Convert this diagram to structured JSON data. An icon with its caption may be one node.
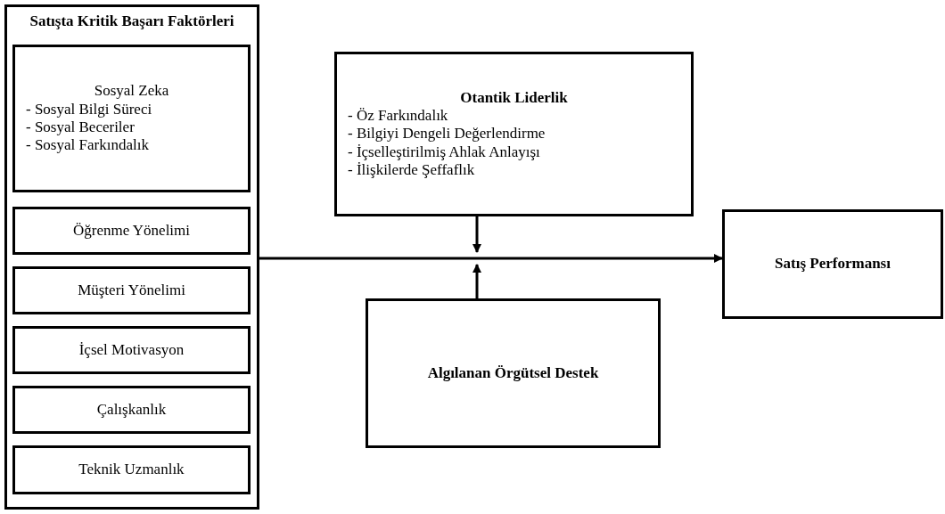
{
  "diagram": {
    "nodes": [
      {
        "text": [
          "Satışta Kritik Başarı Faktörleri"
        ]
      },
      {
        "text": [
          "Sosyal Zeka",
          "- Sosyal Bilgi Süreci",
          "- Sosyal Beceriler",
          "- Sosyal Farkındalık"
        ],
        "in": 0
      },
      {
        "text": [
          "Öğrenme Yönelimi"
        ],
        "in": 0
      },
      {
        "text": [
          "Müşteri Yönelimi"
        ],
        "in": 0
      },
      {
        "text": [
          "İçsel Motivasyon"
        ],
        "in": 0
      },
      {
        "text": [
          "Çalışkanlık"
        ],
        "in": 0
      },
      {
        "text": [
          "Teknik Uzmanlık"
        ],
        "in": 0
      },
      {
        "text": [
          "Otantik Liderlik",
          "- Öz Farkındalık",
          "- Bilgiyi Dengeli Değerlendirme",
          "- İçselleştirilmiş Ahlak Anlayışı",
          "- İlişkilerde Şeffaflık"
        ]
      },
      {
        "text": [
          "Algılanan Örgütsel Destek"
        ]
      },
      {
        "text": [
          "Satış Performansı"
        ]
      }
    ],
    "edges": [
      {
        "from": 0,
        "to": 9,
        "arrow": "to"
      },
      {
        "from": 7,
        "to": null,
        "arrow": "to"
      },
      {
        "from": 8,
        "to": null,
        "arrow": "to"
      }
    ]
  }
}
